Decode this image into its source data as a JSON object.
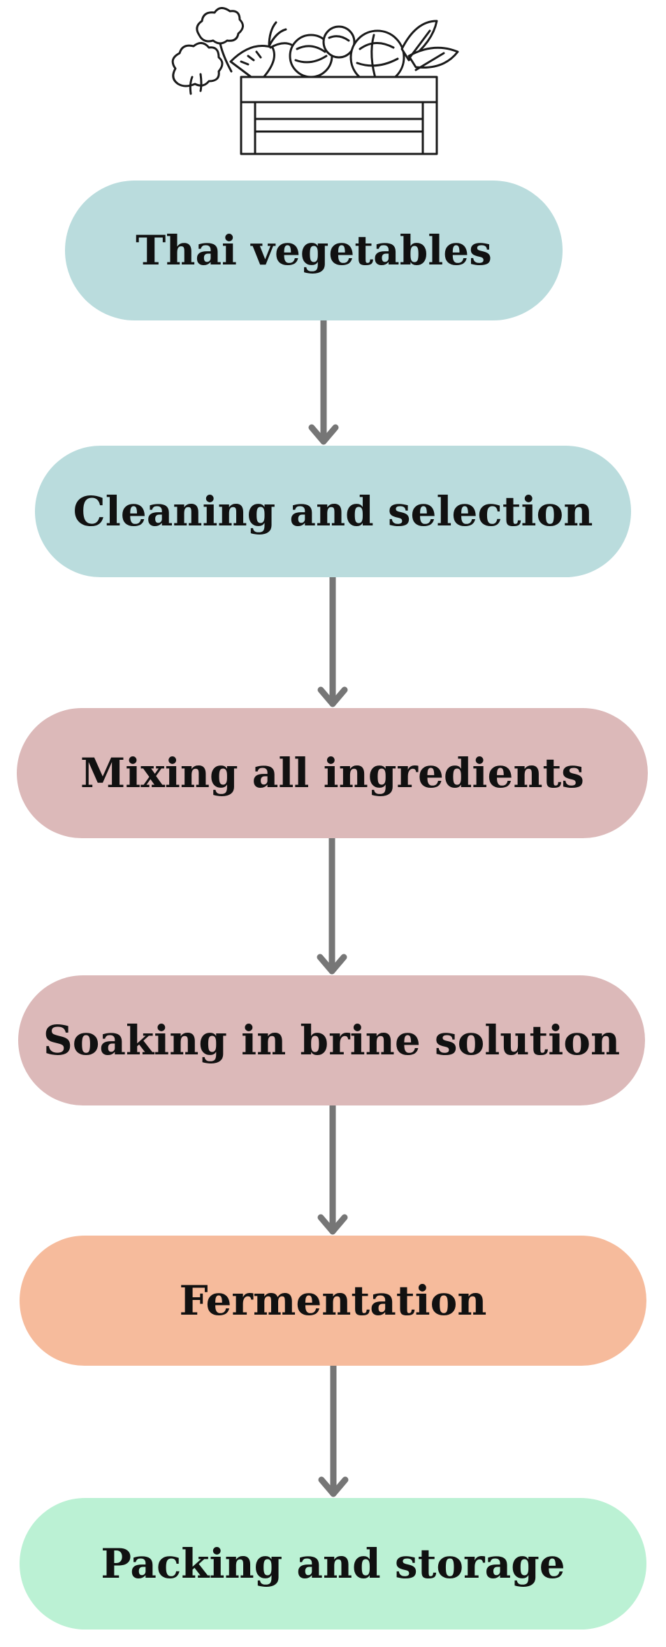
{
  "icon": {
    "name": "vegetable-basket-icon"
  },
  "arrow_color": "#767676",
  "nodes": [
    {
      "id": "thai-vegetables",
      "label": "Thai vegetables",
      "color": "#badcdd"
    },
    {
      "id": "cleaning",
      "label": "Cleaning and selection",
      "color": "#badcdd"
    },
    {
      "id": "mixing",
      "label": "Mixing all ingredients",
      "color": "#dcb9b9"
    },
    {
      "id": "soaking",
      "label": "Soaking in brine solution",
      "color": "#dcb9b9"
    },
    {
      "id": "fermentation",
      "label": "Fermentation",
      "color": "#f6bb9c"
    },
    {
      "id": "packing",
      "label": "Packing and storage",
      "color": "#bbf1d4"
    }
  ],
  "edges": [
    {
      "from": "thai-vegetables",
      "to": "cleaning"
    },
    {
      "from": "cleaning",
      "to": "mixing"
    },
    {
      "from": "mixing",
      "to": "soaking"
    },
    {
      "from": "soaking",
      "to": "fermentation"
    },
    {
      "from": "fermentation",
      "to": "packing"
    }
  ]
}
